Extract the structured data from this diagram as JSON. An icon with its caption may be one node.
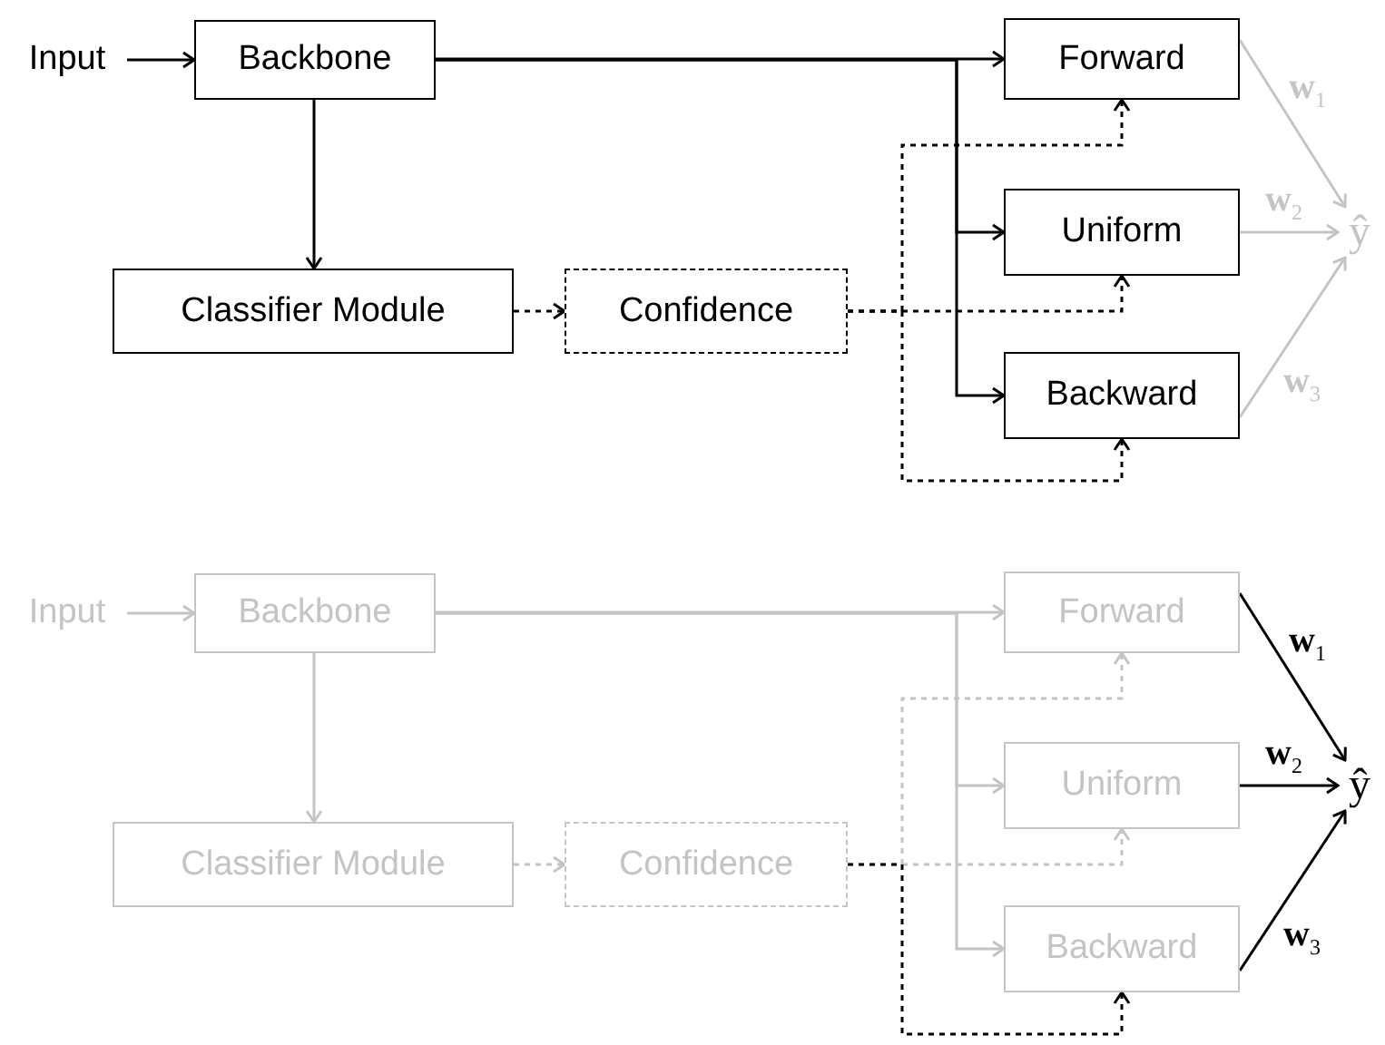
{
  "diagram": {
    "nodes": [
      {
        "text": [
          "Input"
        ]
      },
      {
        "text": [
          "Backbone"
        ]
      },
      {
        "text": [
          "Classifier Module"
        ]
      },
      {
        "text": [
          "Confidence"
        ]
      },
      {
        "text": [
          "Forward"
        ]
      },
      {
        "text": [
          "Uniform"
        ]
      },
      {
        "text": [
          "Backward"
        ]
      },
      {
        "text": [
          "ŷ"
        ]
      },
      {
        "text": [
          "Input"
        ]
      },
      {
        "text": [
          "Backbone"
        ]
      },
      {
        "text": [
          "Classifier Module"
        ]
      },
      {
        "text": [
          "Confidence"
        ]
      },
      {
        "text": [
          "Forward"
        ]
      },
      {
        "text": [
          "Uniform"
        ]
      },
      {
        "text": [
          "Backward"
        ]
      },
      {
        "text": [
          "ŷ"
        ]
      }
    ],
    "edges": [
      {
        "from": 0,
        "to": 1,
        "arrow": "to"
      },
      {
        "from": 1,
        "to": 4,
        "arrow": "to"
      },
      {
        "from": 1,
        "to": 5,
        "arrow": "to"
      },
      {
        "from": 1,
        "to": 6,
        "arrow": "to"
      },
      {
        "from": 1,
        "to": 2,
        "arrow": "to"
      },
      {
        "from": 2,
        "to": 3,
        "arrow": "to",
        "style": "dashed"
      },
      {
        "from": 3,
        "to": 4,
        "arrow": "to",
        "style": "dashed"
      },
      {
        "from": 3,
        "to": 5,
        "arrow": "to",
        "style": "dashed"
      },
      {
        "from": 3,
        "to": 6,
        "arrow": "to",
        "style": "dashed"
      },
      {
        "from": 4,
        "to": 7,
        "arrow": "to",
        "label": "w$_{1}$",
        "color": "#c4c4c4"
      },
      {
        "from": 5,
        "to": 7,
        "arrow": "to",
        "label": "w$_{2}$",
        "color": "#c4c4c4"
      },
      {
        "from": 6,
        "to": 7,
        "arrow": "to",
        "label": "w$_{3}$",
        "color": "#c4c4c4"
      },
      {
        "from": 8,
        "to": 9,
        "arrow": "to",
        "color": "#c4c4c4"
      },
      {
        "from": 9,
        "to": 12,
        "arrow": "to",
        "color": "#c4c4c4"
      },
      {
        "from": 9,
        "to": 13,
        "arrow": "to",
        "color": "#c4c4c4"
      },
      {
        "from": 9,
        "to": 14,
        "arrow": "to",
        "color": "#c4c4c4"
      },
      {
        "from": 9,
        "to": 10,
        "arrow": "to",
        "color": "#c4c4c4"
      },
      {
        "from": 10,
        "to": 11,
        "arrow": "to",
        "style": "dashed",
        "color": "#c4c4c4"
      },
      {
        "from": 11,
        "to": 12,
        "arrow": "to",
        "style": "dashed",
        "color": "#c4c4c4"
      },
      {
        "from": 11,
        "to": 13,
        "arrow": "to",
        "style": "dashed",
        "color": "#c4c4c4"
      },
      {
        "from": 11,
        "to": 14,
        "arrow": "to",
        "style": "dashed"
      },
      {
        "from": 12,
        "to": 15,
        "arrow": "to",
        "label": "w$_{1}$"
      },
      {
        "from": 13,
        "to": 15,
        "arrow": "to",
        "label": "w$_{2}$"
      },
      {
        "from": 14,
        "to": 15,
        "arrow": "to",
        "label": "w$_{3}$"
      }
    ]
  }
}
